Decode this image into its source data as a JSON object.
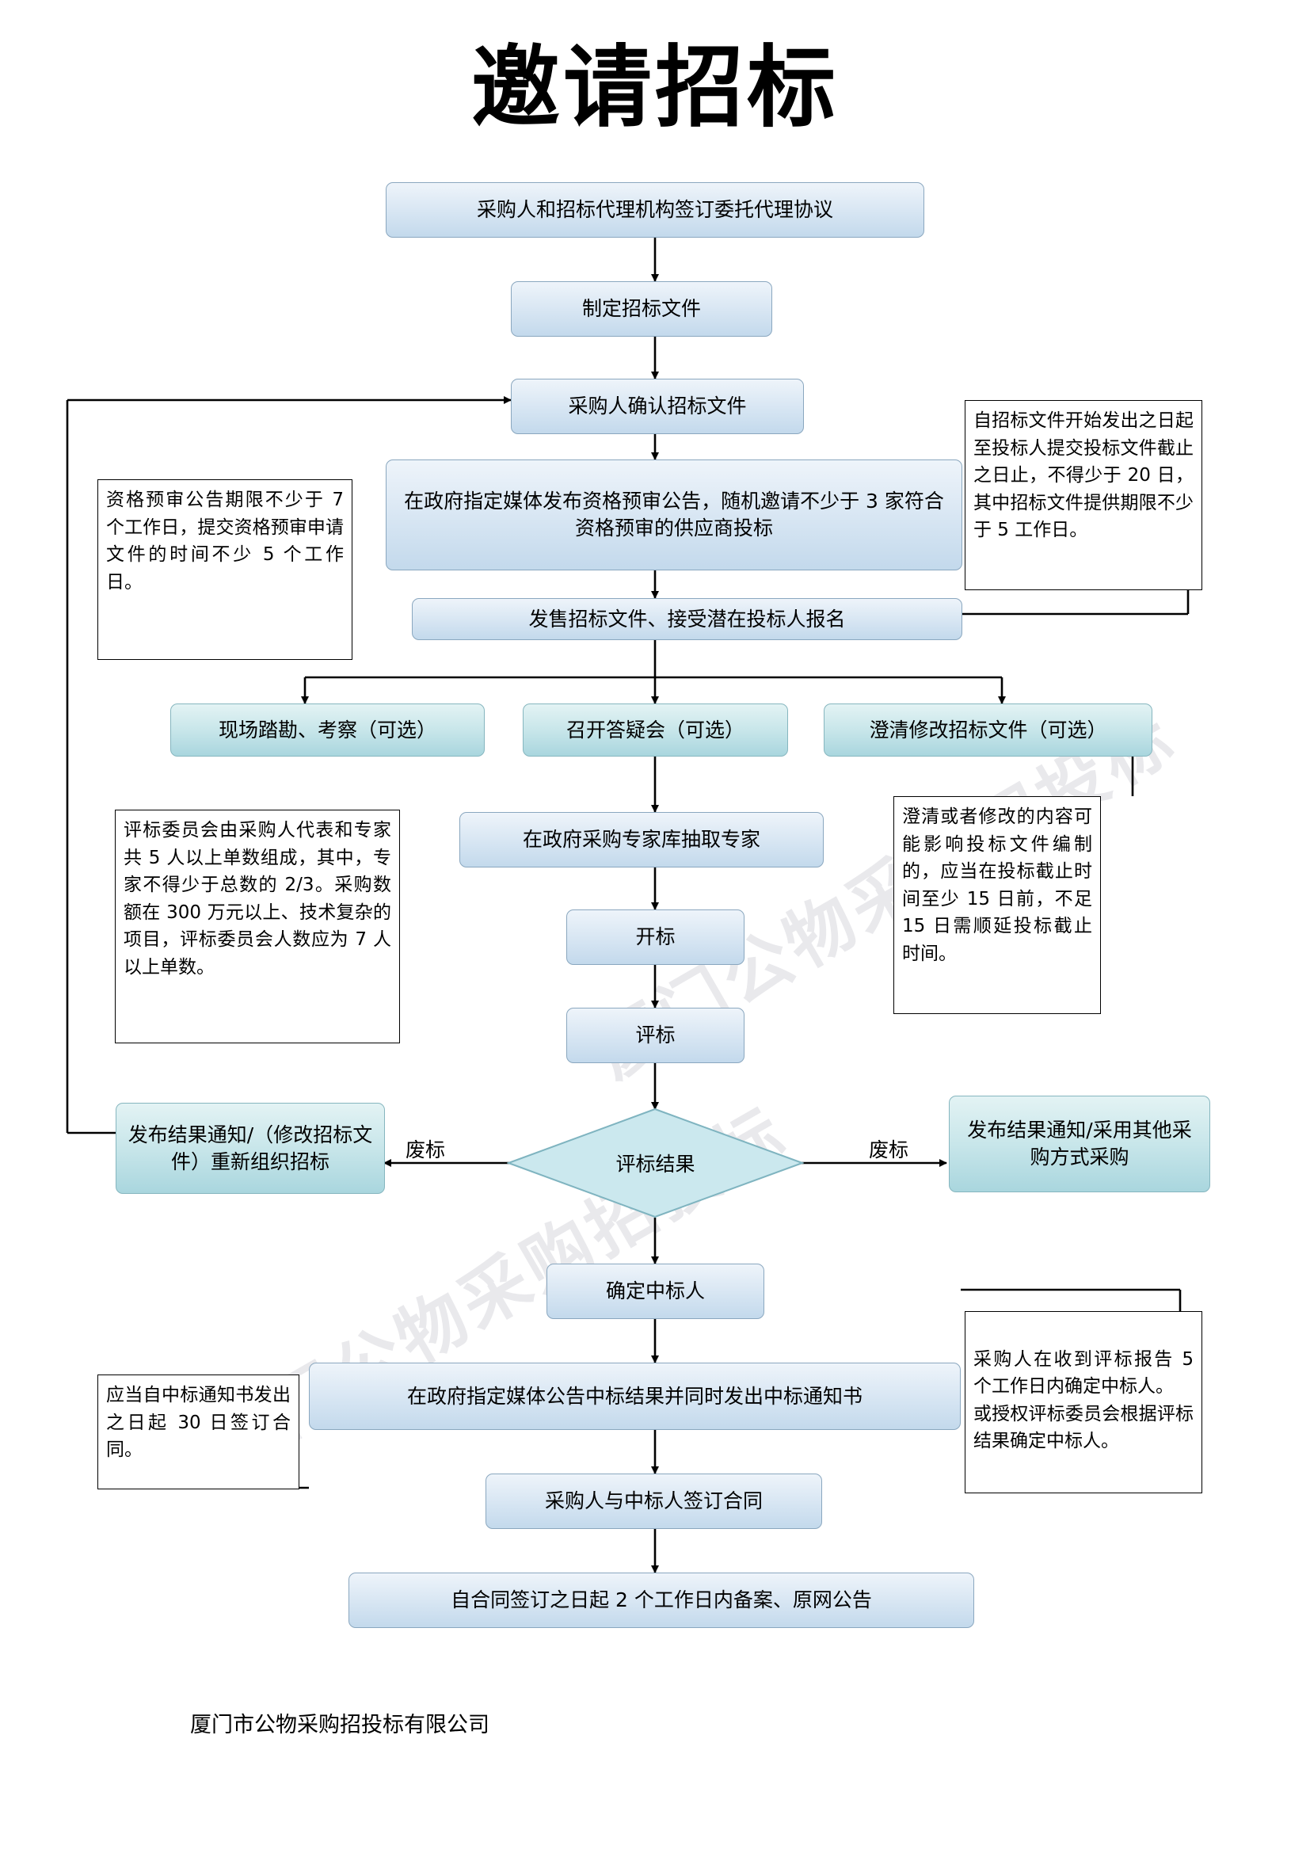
{
  "document": {
    "title": "邀请招标",
    "footer": "厦门市公物采购招投标有限公司",
    "watermark": "厦门公物采购招投标"
  },
  "colors": {
    "node_fill_top": "#eef4fa",
    "node_fill_bottom": "#c3d9ec",
    "node_border": "#8aa7bf",
    "teal_fill_bottom": "#a9d6de",
    "note_border": "#000000",
    "line": "#000000"
  },
  "flow": {
    "nodes": [
      {
        "id": "n1",
        "label": "采购人和招标代理机构签订委托代理协议"
      },
      {
        "id": "n2",
        "label": "制定招标文件"
      },
      {
        "id": "n3",
        "label": "采购人确认招标文件"
      },
      {
        "id": "n4",
        "label": "在政府指定媒体发布资格预审公告，随机邀请不少于 3 家符合资格预审的供应商投标"
      },
      {
        "id": "n5",
        "label": "发售招标文件、接受潜在投标人报名"
      },
      {
        "id": "n6",
        "label": "现场踏勘、考察（可选）"
      },
      {
        "id": "n7",
        "label": "召开答疑会（可选）"
      },
      {
        "id": "n8",
        "label": "澄清修改招标文件（可选）"
      },
      {
        "id": "n9",
        "label": "在政府采购专家库抽取专家"
      },
      {
        "id": "n10",
        "label": "开标"
      },
      {
        "id": "n11",
        "label": "评标"
      },
      {
        "id": "n12",
        "label": "评标结果"
      },
      {
        "id": "n13",
        "label": "发布结果通知/（修改招标文件）重新组织招标"
      },
      {
        "id": "n14",
        "label": "发布结果通知/采用其他采购方式采购"
      },
      {
        "id": "n15",
        "label": "确定中标人"
      },
      {
        "id": "n16",
        "label": "在政府指定媒体公告中标结果并同时发出中标通知书"
      },
      {
        "id": "n17",
        "label": "采购人与中标人签订合同"
      },
      {
        "id": "n18",
        "label": "自合同签订之日起 2 个工作日内备案、原网公告"
      }
    ],
    "edge_labels": [
      {
        "id": "e_left",
        "label": "废标"
      },
      {
        "id": "e_right",
        "label": "废标"
      }
    ]
  },
  "notes": [
    {
      "id": "note_left_1",
      "label": "资格预审公告期限不少于 7 个工作日，提交资格预审申请文件的时间不少 5 个工作日。"
    },
    {
      "id": "note_right_1",
      "label": "自招标文件开始发出之日起至投标人提交投标文件截止之日止，不得少于 20 日，其中招标文件提供期限不少于 5 工作日。"
    },
    {
      "id": "note_left_2",
      "label": "评标委员会由采购人代表和专家共 5 人以上单数组成，其中，专家不得少于总数的 2/3。采购数额在 300 万元以上、技术复杂的项目，评标委员会人数应为 7 人以上单数。"
    },
    {
      "id": "note_right_2",
      "label": "澄清或者修改的内容可能影响投标文件编制的，应当在投标截止时间至少 15 日前，不足 15 日需顺延投标截止时间。"
    },
    {
      "id": "note_right_3",
      "label": "采购人在收到评标报告 5 个工作日内确定中标人。\n或授权评标委员会根据评标结果确定中标人。"
    },
    {
      "id": "note_left_3",
      "label": "应当自中标通知书发出之日起 30 日签订合同。"
    }
  ]
}
